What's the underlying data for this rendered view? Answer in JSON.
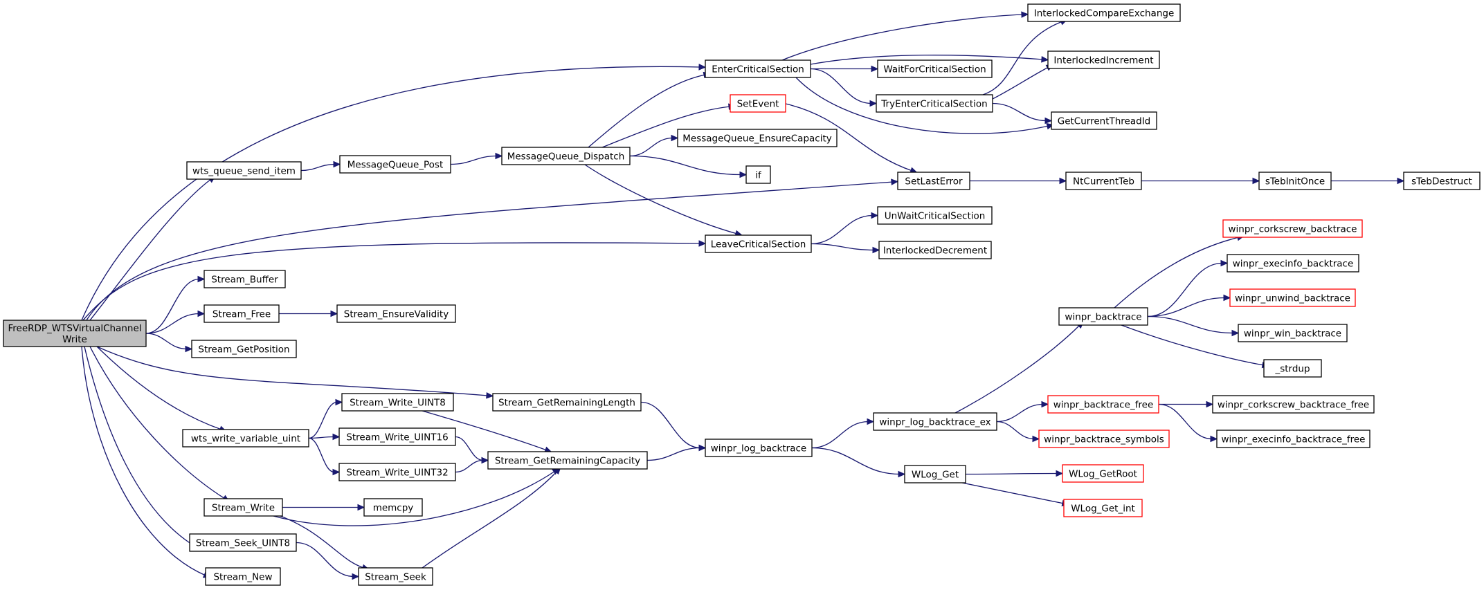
{
  "colors": {
    "edge": "#191970",
    "root_fill": "#bfbfbf",
    "node_border": "#000000",
    "truncated_border": "#ff0000"
  },
  "nodes": [
    {
      "id": "root",
      "label_lines": [
        "FreeRDP_WTSVirtualChannel",
        "Write"
      ],
      "style": "root"
    },
    {
      "id": "wts_queue_send_item",
      "label_lines": [
        "wts_queue_send_item"
      ]
    },
    {
      "id": "Stream_Buffer",
      "label_lines": [
        "Stream_Buffer"
      ]
    },
    {
      "id": "Stream_Free",
      "label_lines": [
        "Stream_Free"
      ]
    },
    {
      "id": "Stream_GetPosition",
      "label_lines": [
        "Stream_GetPosition"
      ]
    },
    {
      "id": "wts_write_variable_uint",
      "label_lines": [
        "wts_write_variable_uint"
      ]
    },
    {
      "id": "Stream_Write",
      "label_lines": [
        "Stream_Write"
      ]
    },
    {
      "id": "Stream_Seek_UINT8",
      "label_lines": [
        "Stream_Seek_UINT8"
      ]
    },
    {
      "id": "Stream_New",
      "label_lines": [
        "Stream_New"
      ]
    },
    {
      "id": "MessageQueue_Post",
      "label_lines": [
        "MessageQueue_Post"
      ]
    },
    {
      "id": "Stream_EnsureValidity",
      "label_lines": [
        "Stream_EnsureValidity"
      ]
    },
    {
      "id": "Stream_Write_UINT8",
      "label_lines": [
        "Stream_Write_UINT8"
      ]
    },
    {
      "id": "Stream_Write_UINT16",
      "label_lines": [
        "Stream_Write_UINT16"
      ]
    },
    {
      "id": "Stream_Write_UINT32",
      "label_lines": [
        "Stream_Write_UINT32"
      ]
    },
    {
      "id": "memcpy",
      "label_lines": [
        "memcpy"
      ]
    },
    {
      "id": "Stream_Seek",
      "label_lines": [
        "Stream_Seek"
      ]
    },
    {
      "id": "MessageQueue_Dispatch",
      "label_lines": [
        "MessageQueue_Dispatch"
      ]
    },
    {
      "id": "Stream_GetRemainingLength",
      "label_lines": [
        "Stream_GetRemainingLength"
      ]
    },
    {
      "id": "Stream_GetRemainingCapacity",
      "label_lines": [
        "Stream_GetRemainingCapacity"
      ]
    },
    {
      "id": "EnterCriticalSection",
      "label_lines": [
        "EnterCriticalSection"
      ]
    },
    {
      "id": "LeaveCriticalSection",
      "label_lines": [
        "LeaveCriticalSection"
      ]
    },
    {
      "id": "winpr_log_backtrace",
      "label_lines": [
        "winpr_log_backtrace"
      ]
    },
    {
      "id": "SetEvent",
      "label_lines": [
        "SetEvent"
      ],
      "style": "red"
    },
    {
      "id": "MessageQueue_EnsureCapacity",
      "label_lines": [
        "MessageQueue_EnsureCapacity"
      ]
    },
    {
      "id": "if",
      "label_lines": [
        "if"
      ]
    },
    {
      "id": "WaitForCriticalSection",
      "label_lines": [
        "WaitForCriticalSection"
      ]
    },
    {
      "id": "TryEnterCriticalSection",
      "label_lines": [
        "TryEnterCriticalSection"
      ]
    },
    {
      "id": "SetLastError",
      "label_lines": [
        "SetLastError"
      ]
    },
    {
      "id": "UnWaitCriticalSection",
      "label_lines": [
        "UnWaitCriticalSection"
      ]
    },
    {
      "id": "InterlockedDecrement",
      "label_lines": [
        "InterlockedDecrement"
      ]
    },
    {
      "id": "winpr_log_backtrace_ex",
      "label_lines": [
        "winpr_log_backtrace_ex"
      ]
    },
    {
      "id": "WLog_Get",
      "label_lines": [
        "WLog_Get"
      ]
    },
    {
      "id": "InterlockedCompareExchange",
      "label_lines": [
        "InterlockedCompareExchange"
      ]
    },
    {
      "id": "InterlockedIncrement",
      "label_lines": [
        "InterlockedIncrement"
      ]
    },
    {
      "id": "GetCurrentThreadId",
      "label_lines": [
        "GetCurrentThreadId"
      ]
    },
    {
      "id": "NtCurrentTeb",
      "label_lines": [
        "NtCurrentTeb"
      ]
    },
    {
      "id": "winpr_backtrace",
      "label_lines": [
        "winpr_backtrace"
      ]
    },
    {
      "id": "winpr_backtrace_free",
      "label_lines": [
        "winpr_backtrace_free"
      ],
      "style": "red"
    },
    {
      "id": "winpr_backtrace_symbols",
      "label_lines": [
        "winpr_backtrace_symbols"
      ],
      "style": "red"
    },
    {
      "id": "WLog_GetRoot",
      "label_lines": [
        "WLog_GetRoot"
      ],
      "style": "red"
    },
    {
      "id": "WLog_Get_int",
      "label_lines": [
        "WLog_Get_int"
      ],
      "style": "red"
    },
    {
      "id": "sTebInitOnce",
      "label_lines": [
        "sTebInitOnce"
      ]
    },
    {
      "id": "sTebDestruct",
      "label_lines": [
        "sTebDestruct"
      ]
    },
    {
      "id": "winpr_corkscrew_backtrace",
      "label_lines": [
        "winpr_corkscrew_backtrace"
      ],
      "style": "red"
    },
    {
      "id": "winpr_execinfo_backtrace",
      "label_lines": [
        "winpr_execinfo_backtrace"
      ]
    },
    {
      "id": "winpr_unwind_backtrace",
      "label_lines": [
        "winpr_unwind_backtrace"
      ],
      "style": "red"
    },
    {
      "id": "winpr_win_backtrace",
      "label_lines": [
        "winpr_win_backtrace"
      ]
    },
    {
      "id": "_strdup",
      "label_lines": [
        "_strdup"
      ]
    },
    {
      "id": "winpr_corkscrew_backtrace_free",
      "label_lines": [
        "winpr_corkscrew_backtrace_free"
      ]
    },
    {
      "id": "winpr_execinfo_backtrace_free",
      "label_lines": [
        "winpr_execinfo_backtrace_free"
      ]
    }
  ],
  "edges": [
    [
      "root",
      "EnterCriticalSection"
    ],
    [
      "root",
      "wts_queue_send_item"
    ],
    [
      "root",
      "SetLastError"
    ],
    [
      "root",
      "LeaveCriticalSection"
    ],
    [
      "root",
      "Stream_Buffer"
    ],
    [
      "root",
      "Stream_Free"
    ],
    [
      "root",
      "Stream_GetPosition"
    ],
    [
      "root",
      "Stream_GetRemainingLength"
    ],
    [
      "root",
      "wts_write_variable_uint"
    ],
    [
      "root",
      "Stream_Write"
    ],
    [
      "root",
      "Stream_Seek_UINT8"
    ],
    [
      "root",
      "Stream_New"
    ],
    [
      "wts_queue_send_item",
      "MessageQueue_Post"
    ],
    [
      "MessageQueue_Post",
      "MessageQueue_Dispatch"
    ],
    [
      "MessageQueue_Dispatch",
      "EnterCriticalSection"
    ],
    [
      "MessageQueue_Dispatch",
      "SetEvent"
    ],
    [
      "MessageQueue_Dispatch",
      "MessageQueue_EnsureCapacity"
    ],
    [
      "MessageQueue_Dispatch",
      "if"
    ],
    [
      "MessageQueue_Dispatch",
      "LeaveCriticalSection"
    ],
    [
      "EnterCriticalSection",
      "InterlockedCompareExchange"
    ],
    [
      "EnterCriticalSection",
      "InterlockedIncrement"
    ],
    [
      "EnterCriticalSection",
      "WaitForCriticalSection"
    ],
    [
      "EnterCriticalSection",
      "TryEnterCriticalSection"
    ],
    [
      "EnterCriticalSection",
      "GetCurrentThreadId"
    ],
    [
      "TryEnterCriticalSection",
      "InterlockedCompareExchange"
    ],
    [
      "TryEnterCriticalSection",
      "InterlockedIncrement"
    ],
    [
      "TryEnterCriticalSection",
      "GetCurrentThreadId"
    ],
    [
      "SetEvent",
      "SetLastError"
    ],
    [
      "SetLastError",
      "NtCurrentTeb"
    ],
    [
      "NtCurrentTeb",
      "sTebInitOnce"
    ],
    [
      "sTebInitOnce",
      "sTebDestruct"
    ],
    [
      "LeaveCriticalSection",
      "UnWaitCriticalSection"
    ],
    [
      "LeaveCriticalSection",
      "InterlockedDecrement"
    ],
    [
      "Stream_Free",
      "Stream_EnsureValidity"
    ],
    [
      "Stream_GetRemainingLength",
      "winpr_log_backtrace"
    ],
    [
      "wts_write_variable_uint",
      "Stream_Write_UINT8"
    ],
    [
      "wts_write_variable_uint",
      "Stream_Write_UINT16"
    ],
    [
      "wts_write_variable_uint",
      "Stream_Write_UINT32"
    ],
    [
      "Stream_Write_UINT8",
      "Stream_GetRemainingCapacity"
    ],
    [
      "Stream_Write_UINT16",
      "Stream_GetRemainingCapacity"
    ],
    [
      "Stream_Write_UINT32",
      "Stream_GetRemainingCapacity"
    ],
    [
      "Stream_GetRemainingCapacity",
      "winpr_log_backtrace"
    ],
    [
      "Stream_Write",
      "memcpy"
    ],
    [
      "Stream_Write",
      "Stream_GetRemainingCapacity"
    ],
    [
      "Stream_Write",
      "Stream_Seek"
    ],
    [
      "Stream_Seek_UINT8",
      "Stream_Seek"
    ],
    [
      "Stream_Seek",
      "Stream_GetRemainingCapacity"
    ],
    [
      "winpr_log_backtrace",
      "winpr_log_backtrace_ex"
    ],
    [
      "winpr_log_backtrace",
      "WLog_Get"
    ],
    [
      "winpr_log_backtrace_ex",
      "winpr_backtrace"
    ],
    [
      "winpr_log_backtrace_ex",
      "winpr_backtrace_free"
    ],
    [
      "winpr_log_backtrace_ex",
      "winpr_backtrace_symbols"
    ],
    [
      "winpr_backtrace",
      "winpr_corkscrew_backtrace"
    ],
    [
      "winpr_backtrace",
      "winpr_execinfo_backtrace"
    ],
    [
      "winpr_backtrace",
      "winpr_unwind_backtrace"
    ],
    [
      "winpr_backtrace",
      "winpr_win_backtrace"
    ],
    [
      "winpr_backtrace",
      "_strdup"
    ],
    [
      "winpr_backtrace_free",
      "winpr_corkscrew_backtrace_free"
    ],
    [
      "winpr_backtrace_free",
      "winpr_execinfo_backtrace_free"
    ],
    [
      "WLog_Get",
      "WLog_GetRoot"
    ],
    [
      "WLog_Get",
      "WLog_Get_int"
    ]
  ]
}
